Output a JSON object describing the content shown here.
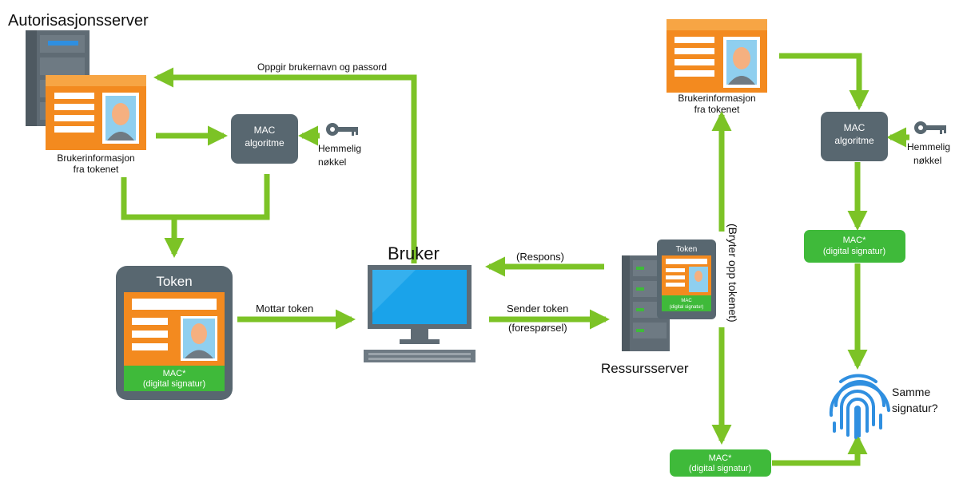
{
  "colors": {
    "arrow": "#7cc326",
    "box": "#586770",
    "orange": "#f38a1f",
    "orange_light": "#f7a544",
    "green": "#3fba3a",
    "blue": "#2f8fe0",
    "screen": "#1aa3ea",
    "server": "#5f6b74"
  },
  "auth_server": {
    "title": "Autorisasjonsserver",
    "user_info": [
      "Brukerinformasjon",
      "fra tokenet"
    ],
    "mac": [
      "MAC",
      "algoritme"
    ],
    "secret_key": [
      "Hemmelig",
      "nøkkel"
    ]
  },
  "token_card": {
    "title": "Token",
    "mac": [
      "MAC*",
      "(digital signatur)"
    ]
  },
  "user": {
    "title": "Bruker",
    "login_label": "Oppgir brukernavn og passord",
    "receives_token": "Mottar token",
    "sends_token": [
      "Sender token",
      "(forespørsel)"
    ],
    "response": "(Respons)"
  },
  "resource_server": {
    "title": "Ressursserver",
    "mini_token_title": "Token",
    "mini_token_mac": [
      "MAC",
      "(digital signatur)"
    ],
    "breaks_token": "(Bryter opp tokenet)",
    "user_info": [
      "Brukerinformasjon",
      "fra tokenet"
    ],
    "mac": [
      "MAC",
      "algoritme"
    ],
    "secret_key": [
      "Hemmelig",
      "nøkkel"
    ],
    "computed_mac": [
      "MAC*",
      "(digital signatur)"
    ],
    "received_mac": [
      "MAC*",
      "(digital signatur)"
    ],
    "question": [
      "Samme",
      "signatur?"
    ]
  }
}
